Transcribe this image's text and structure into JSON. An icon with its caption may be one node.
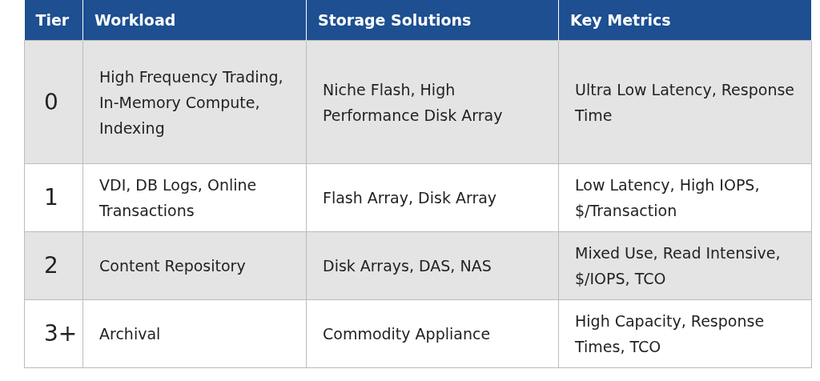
{
  "diagram": {
    "labels": [
      "Tier",
      "Workload",
      "Storage Solutions",
      "Key Metrics",
      "0",
      "High Frequency Trading, In-Memory Compute, Indexing",
      "Niche Flash, High Performance Disk Array",
      "Ultra Low Latency, Response Time",
      "1",
      "VDI, DB Logs, Online Transactions",
      "Flash Array, Disk Array",
      "Low Latency, High IOPS, $/Transaction",
      "2",
      "Content Repository",
      "Disk Arrays, DAS, NAS",
      "Mixed Use, Read Intensive, $/IOPS, TCO",
      "3+",
      "Archival",
      "Commodity Appliance",
      "High Capacity, Response Times, TCO"
    ]
  }
}
